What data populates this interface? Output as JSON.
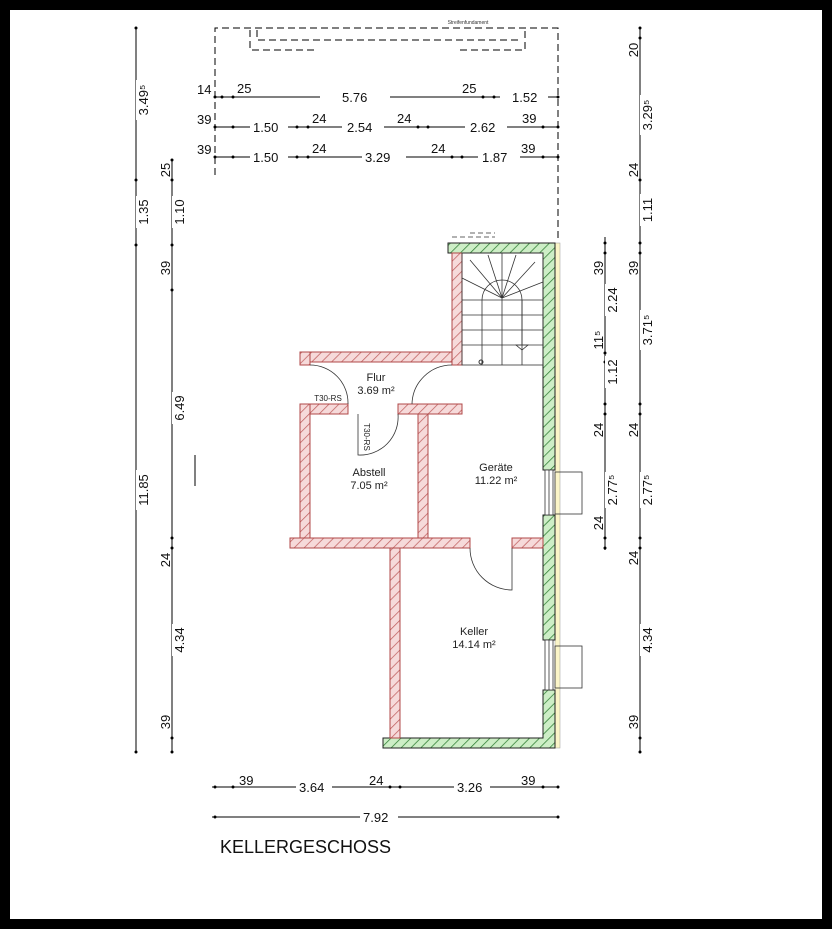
{
  "plan": {
    "title": "KELLERGESCHOSS",
    "foundation_label": "Streifenfundament",
    "rooms": [
      {
        "name": "Flur",
        "area": "3.69 m²"
      },
      {
        "name": "Abstell",
        "area": "7.05 m²"
      },
      {
        "name": "Geräte",
        "area": "11.22 m²"
      },
      {
        "name": "Keller",
        "area": "14.14 m²"
      }
    ],
    "door_labels": [
      "T30-RS",
      "T30-RS"
    ],
    "colors": {
      "existing_wall": "#c06060",
      "new_wall": "#2e7d32",
      "wall_fill_red": "#f6dada",
      "wall_fill_green": "#cdeec6"
    }
  },
  "dimensions": {
    "top_row1": [
      "14",
      "25",
      "5.76",
      "25",
      "1.52"
    ],
    "top_row2": [
      "39",
      "1.50",
      "24",
      "2.54",
      "24",
      "2.62",
      "39"
    ],
    "top_row3": [
      "39",
      "1.50",
      "24",
      "3.29",
      "24",
      "1.87",
      "39"
    ],
    "left_outer": [
      "3.49⁵",
      "1.35",
      "11.85"
    ],
    "left_inner": [
      "25",
      "1.10",
      "39",
      "6.49",
      "24",
      "4.34",
      "39"
    ],
    "right_inner": [
      "39",
      "2.24",
      "11⁵",
      "1.12",
      "24",
      "2.77⁵",
      "24"
    ],
    "right_outer": [
      "20",
      "3.29⁵",
      "24",
      "1.11",
      "39",
      "3.71⁵",
      "24",
      "2.77⁵",
      "24",
      "4.34",
      "39"
    ],
    "bottom_row1": [
      "39",
      "3.64",
      "24",
      "3.26",
      "39"
    ],
    "bottom_row2": [
      "7.92"
    ]
  }
}
